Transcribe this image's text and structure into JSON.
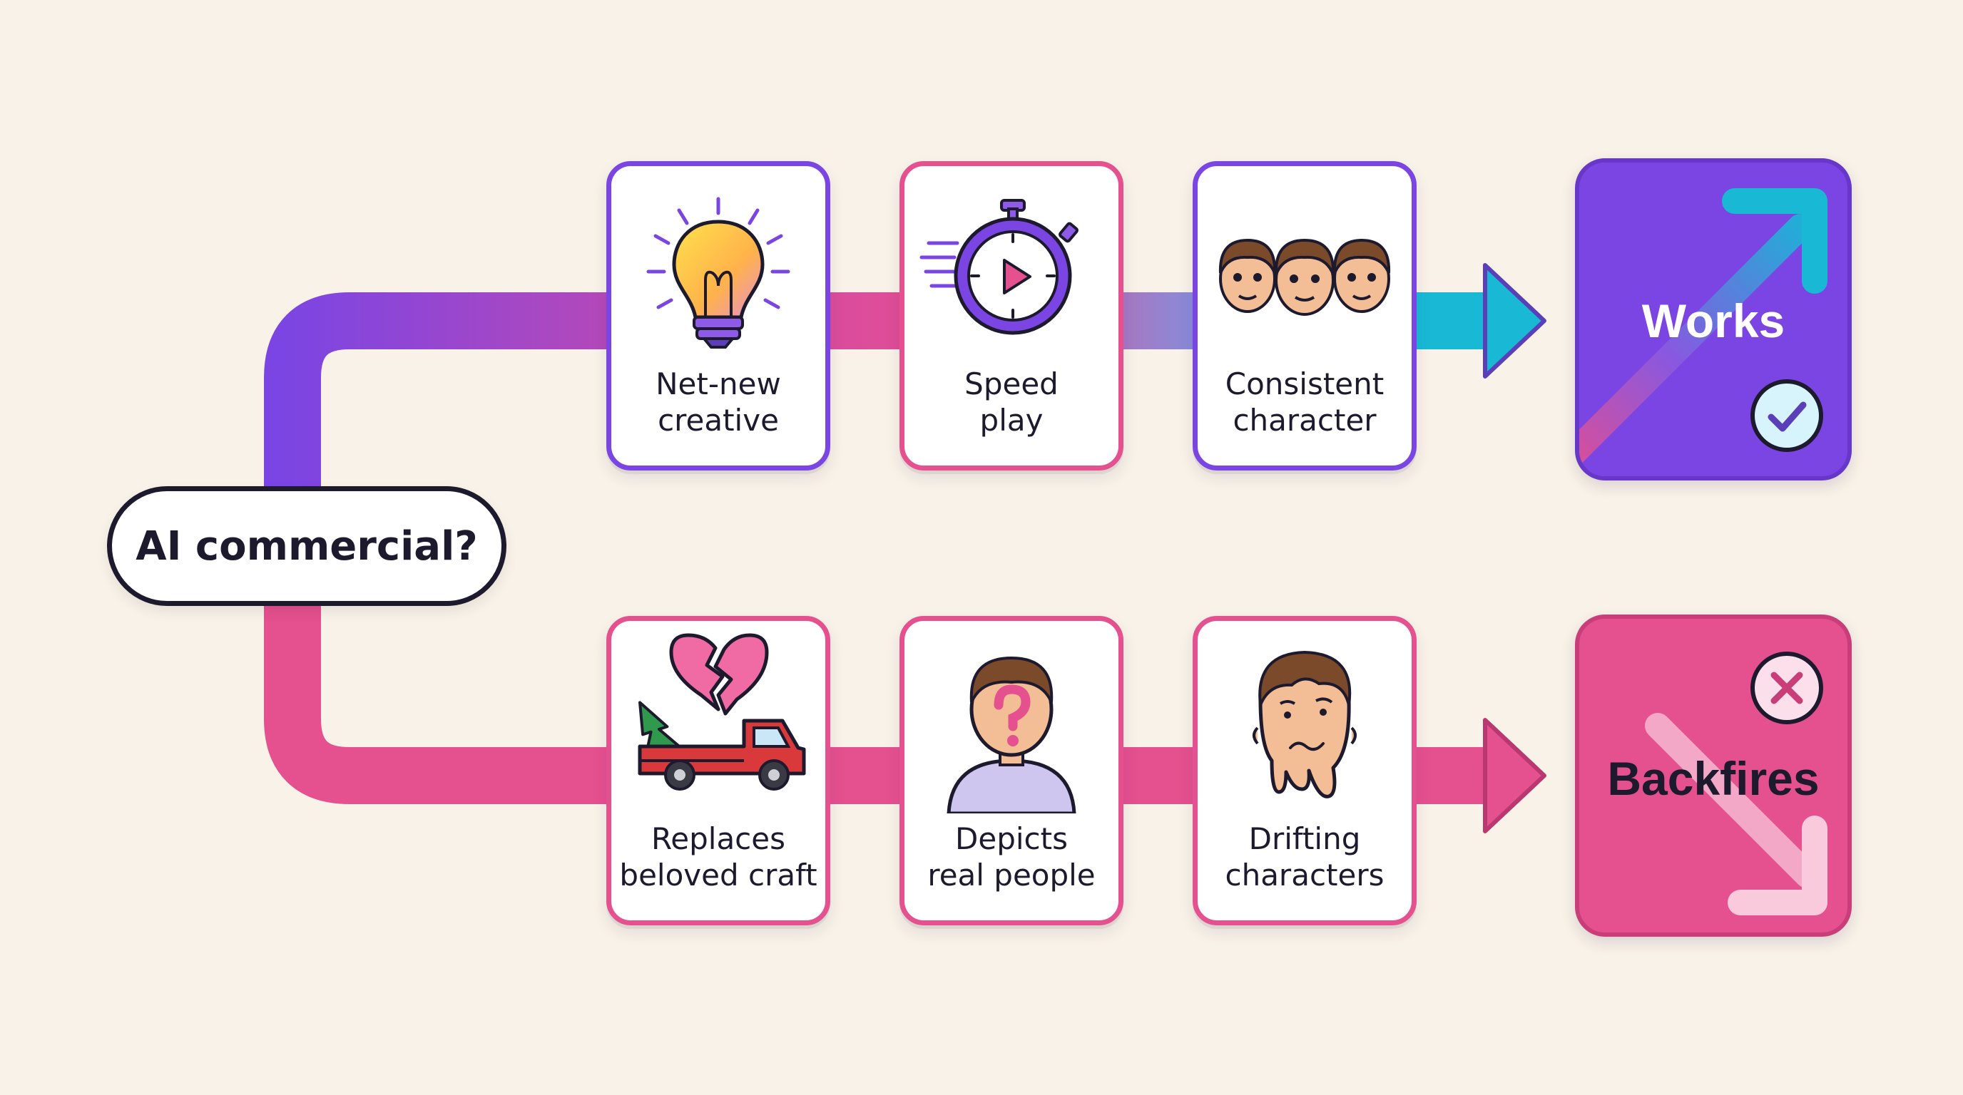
{
  "start": {
    "label": "AI commercial?"
  },
  "top_branch": {
    "color": "#7b45e3",
    "cards": [
      {
        "label": "Net-new\ncreative",
        "icon": "lightbulb-icon"
      },
      {
        "label": "Speed\nplay",
        "icon": "stopwatch-icon"
      },
      {
        "label": "Consistent\ncharacter",
        "icon": "three-faces-icon"
      }
    ],
    "outcome": {
      "label": "Works",
      "icon": "check-icon",
      "arrow": "trend-up-arrow-icon"
    }
  },
  "bottom_branch": {
    "color": "#e5508f",
    "cards": [
      {
        "label": "Replaces\nbeloved craft",
        "icon": "broken-heart-truck-icon"
      },
      {
        "label": "Depicts\nreal people",
        "icon": "question-person-icon"
      },
      {
        "label": "Drifting\ncharacters",
        "icon": "melting-face-icon"
      }
    ],
    "outcome": {
      "label": "Backfires",
      "icon": "x-icon",
      "arrow": "trend-down-arrow-icon"
    }
  },
  "colors": {
    "purple": "#7b45e3",
    "pink": "#e5508f",
    "cyan": "#19b9d6",
    "ink": "#1d1a2e",
    "background": "#f8f2e8"
  }
}
